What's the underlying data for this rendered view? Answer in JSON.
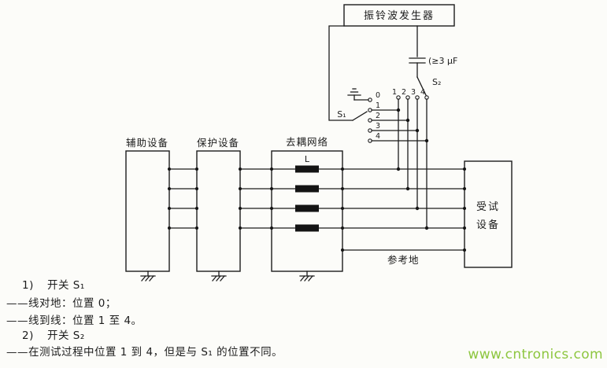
{
  "diagram": {
    "generator_label": "振铃波发生器",
    "capacitor_label": "(≥3 μF",
    "switch1_label": "S₁",
    "switch2_label": "S₂",
    "s1_positions": [
      "0",
      "1",
      "2",
      "3",
      "4"
    ],
    "s2_positions": [
      "1",
      "2",
      "3",
      "4"
    ],
    "boxes": {
      "auxiliary": "辅助设备",
      "protection": "保护设备",
      "decoupling": "去耦网络",
      "inductor": "L",
      "eut_line1": "受试",
      "eut_line2": "设备"
    },
    "reference_ground_label": "参考地"
  },
  "notes": {
    "n1": {
      "num": "1)",
      "title": "开关 S₁",
      "line1": "——线对地：位置 0；",
      "line2": "——线到线：位置 1 至 4。"
    },
    "n2": {
      "num": "2)",
      "title": "开关 S₂",
      "line1": "——在测试过程中位置 1 到 4，但是与 S₁ 的位置不同。"
    }
  },
  "watermark": {
    "text": "www.cntronics.com",
    "color": "#8dc63f"
  }
}
